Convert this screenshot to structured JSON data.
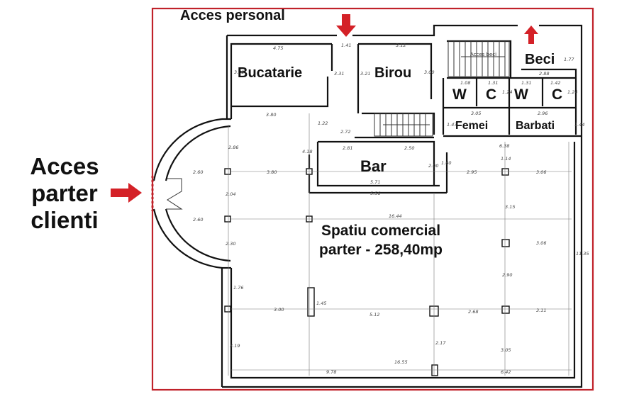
{
  "labels": {
    "acces_personal": "Acces personal",
    "acces_clienti": [
      "Acces",
      "parter",
      "clienti"
    ],
    "spatiu": [
      "Spatiu comercial",
      "parter - 258,40mp"
    ]
  },
  "rooms": {
    "bucatarie": "Bucatarie",
    "birou": "Birou",
    "beci": "Beci",
    "bar": "Bar",
    "femei": "Femei",
    "barbati": "Barbati",
    "wc": [
      "W",
      "C",
      "W",
      "C"
    ],
    "acces_beci": "Acces beci"
  },
  "dimensions": {
    "d475": "4.75",
    "d141": "1.41",
    "d312": "3.12",
    "d177": "1.77",
    "d288": "2.88",
    "d302": "3.02",
    "d331": "3.31",
    "d321": "3.21",
    "d300": "3.00",
    "d108": "1.08",
    "d131a": "1.31",
    "d131b": "1.31",
    "d142": "1.42",
    "d124a": "1.24",
    "d124b": "1.24",
    "d305": "3.05",
    "d296": "2.96",
    "d380a": "3.80",
    "d122": "1.22",
    "d272": "2.72",
    "d147": "1.47",
    "d144": "1.44",
    "d281": "2.81",
    "d250": "2.50",
    "d638": "6.38",
    "d286": "2.86",
    "d418": "4.18",
    "d200": "2.00",
    "d160": "1.60",
    "d260a": "2.60",
    "d380b": "3.80",
    "d295": "2.95",
    "d114": "1.14",
    "d306a": "3.06",
    "d571": "5.71",
    "d556": "5.56",
    "d204": "2.04",
    "d1644": "16.44",
    "d260b": "2.60",
    "d315": "3.15",
    "d306b": "3.06",
    "d230": "2.30",
    "d1135": "11.35",
    "d290": "2.90",
    "d176": "1.76",
    "d145": "1.45",
    "d300b": "3.00",
    "d512": "5.12",
    "d268": "2.68",
    "d311": "3.11",
    "d217": "2.17",
    "d305b": "3.05",
    "d319": "3.19",
    "d1655": "16.55",
    "d978": "9.78",
    "d642": "6.42"
  },
  "colors": {
    "border": "#c0222a",
    "arrow": "#d42127",
    "wall": "#111111"
  }
}
